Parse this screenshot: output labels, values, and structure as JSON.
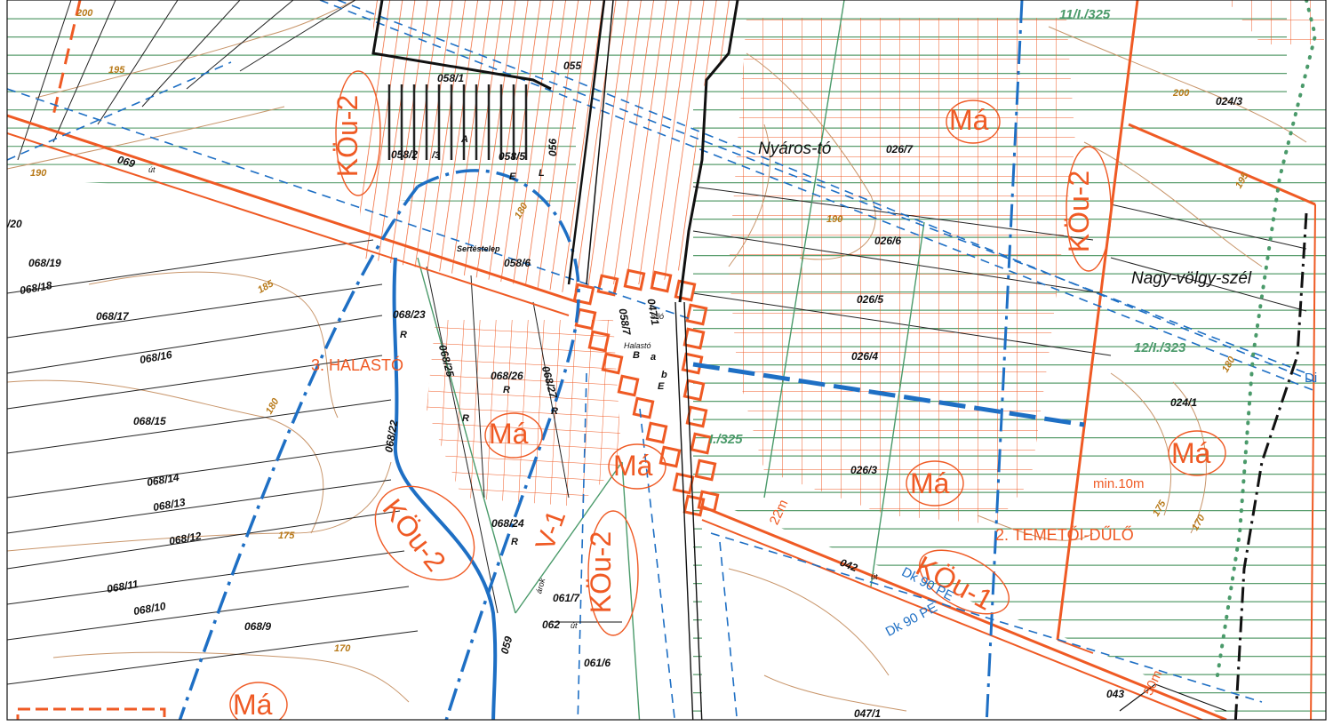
{
  "colors": {
    "orange": "#ef5a24",
    "green": "#4a9a6a",
    "blue": "#1e6fc4",
    "contour": "#b87a1a",
    "black": "#111111"
  },
  "places": {
    "nyaros_to": "Nyáros-tó",
    "nagy_volgy_szel": "Nagy-völgy-szél"
  },
  "zones": {
    "ma_1": "Má",
    "ma_2": "Má",
    "ma_3": "Má",
    "ma_4": "Má",
    "ma_5": "Má",
    "ma_6": "Má",
    "kou2_1": "KÖu-2",
    "kou2_2": "KÖu-2",
    "kou2_3": "KÖu-2",
    "kou2_4": "KÖu-2",
    "kou1": "KÖu-1",
    "v1": "V-1"
  },
  "areas": {
    "halasto": "3. HALASTÓ",
    "temetoi_dulo": "2. TEMETŐI-DŰLŐ"
  },
  "green_codes": {
    "c11": "11/I./325",
    "c12": "12/I./323",
    "c_mid": "I./325"
  },
  "blue_labels": {
    "dk1": "Dk 90 PE",
    "dk2": "Dk 90 PE",
    "di": "Di"
  },
  "measures": {
    "m22": "22m",
    "m10": "min.10m",
    "m50": "50m"
  },
  "contours": {
    "c200a": "200",
    "c195a": "195",
    "c190a": "190",
    "c185": "185",
    "c180a": "180",
    "c180b": "180",
    "c175a": "175",
    "c170a": "170",
    "c200b": "200",
    "c195b": "195",
    "c190b": "190",
    "c180c": "180",
    "c175b": "175",
    "c170b": "170"
  },
  "parcels": {
    "p20": "/20",
    "p068_19": "068/19",
    "p068_18": "068/18",
    "p068_17": "068/17",
    "p068_16": "068/16",
    "p068_15": "068/15",
    "p068_14": "068/14",
    "p068_13": "068/13",
    "p068_12": "068/12",
    "p068_11": "068/11",
    "p068_10": "068/10",
    "p068_9": "068/9",
    "p069": "069",
    "p058_1": "058/1",
    "p058_2": "058/2",
    "p058_5": "058/5",
    "p058_6": "058/6",
    "p055": "055",
    "p068_23": "068/23",
    "p068_25": "068/25",
    "p068_26": "068/26",
    "p068_27": "068/27",
    "p068_22": "068/22",
    "p068_24": "068/24",
    "p061_7": "061/7",
    "p062": "062",
    "p061_6": "061/6",
    "p059": "059",
    "p026_7": "026/7",
    "p026_6": "026/6",
    "p026_5": "026/5",
    "p026_4": "026/4",
    "p026_3": "026/3",
    "p024_3": "024/3",
    "p024_1": "024/1",
    "p042": "042",
    "p043": "043",
    "p047_1": "047/1",
    "p056": "056",
    "p047_1b": "047/1",
    "p058_7": "058/7"
  },
  "small_labels": {
    "ut1": "út",
    "ut2": "út",
    "ut3": "út",
    "sertestelep": "Sertéstelep",
    "halasto_s": "Halastó",
    "arok": "árok",
    "siliga": "Siló",
    "r1": "R",
    "r2": "R",
    "r3": "R",
    "r4": "R",
    "r5": "R",
    "e1": "E",
    "e2": "E",
    "l1": "L",
    "a1": "A",
    "a2": "a",
    "b1": "b",
    "b2": "B",
    "n3": "/3"
  }
}
